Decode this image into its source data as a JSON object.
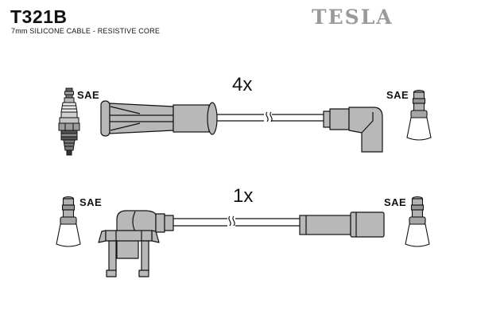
{
  "header": {
    "part_number": "T321B",
    "subtitle": "7mm SILICONE CABLE - RESISTIVE CORE",
    "brand": "TESLA"
  },
  "rows": {
    "top": {
      "quantity": "4x",
      "left_connector_label": "SAE",
      "right_connector_label": "SAE"
    },
    "bottom": {
      "quantity": "1x",
      "left_connector_label": "SAE",
      "right_connector_label": "SAE"
    }
  },
  "icons": {
    "left_top": "spark-plug-icon",
    "right_top": "distributor-terminal-icon",
    "left_bottom": "distributor-terminal-icon",
    "right_bottom": "distributor-terminal-icon",
    "top_cable_ends": [
      "straight-boot",
      "angled-boot"
    ],
    "bottom_cable_ends": [
      "elbow-boot-with-bracket",
      "cylindrical-connector"
    ],
    "break_mark": "cable-break-mark"
  },
  "colors": {
    "brand_gray": "#9a9a9a",
    "part_fill": "#b8b8b8",
    "outline": "#111111",
    "background": "#ffffff"
  }
}
